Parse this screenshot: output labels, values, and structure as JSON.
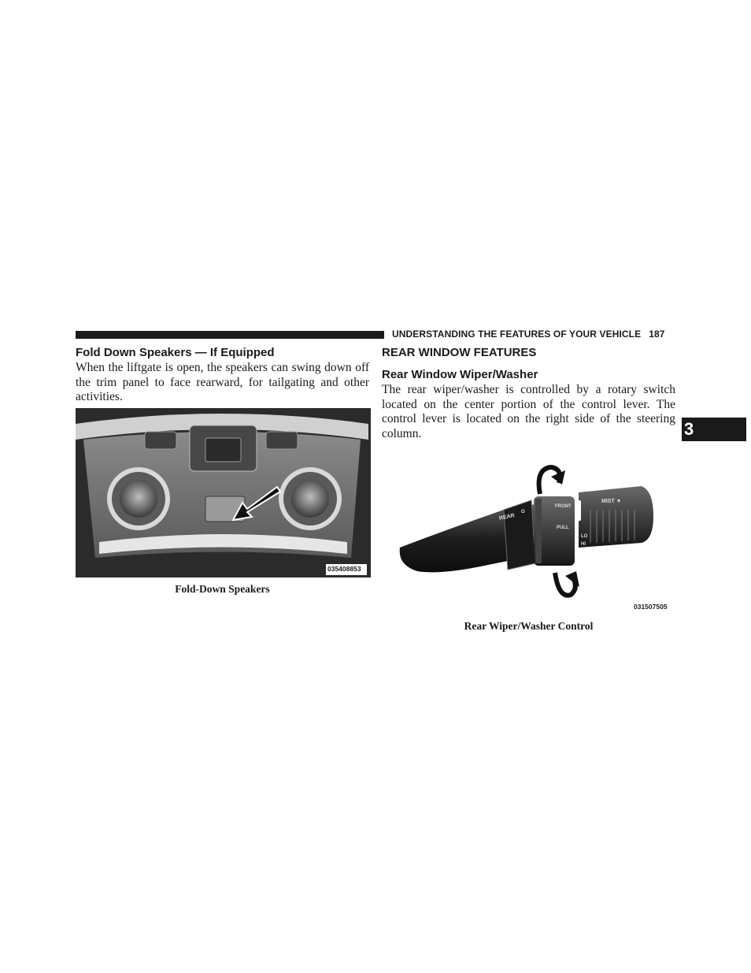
{
  "header": {
    "section_title": "UNDERSTANDING THE FEATURES OF YOUR VEHICLE",
    "page_number": "187"
  },
  "chapter_tab": "3",
  "left": {
    "heading": "Fold Down Speakers — If Equipped",
    "paragraph": "When the liftgate is open, the speakers can swing down off the trim panel to face rearward, for tailgating and other activities.",
    "figure_code": "035408853",
    "caption": "Fold-Down Speakers"
  },
  "right": {
    "heading": "REAR WINDOW FEATURES",
    "subheading": "Rear Window Wiper/Washer",
    "paragraph": "The rear wiper/washer is controlled by a rotary switch located on the center portion of the control lever. The control lever is located on the right side of the steering column.",
    "figure_code": "031507505",
    "lever_labels": {
      "rear": "REAR",
      "front": "FRONT",
      "pull": "PULL",
      "mist": "MIST",
      "lo": "LO",
      "hi": "HI",
      "off": "O"
    },
    "caption": "Rear Wiper/Washer Control"
  }
}
